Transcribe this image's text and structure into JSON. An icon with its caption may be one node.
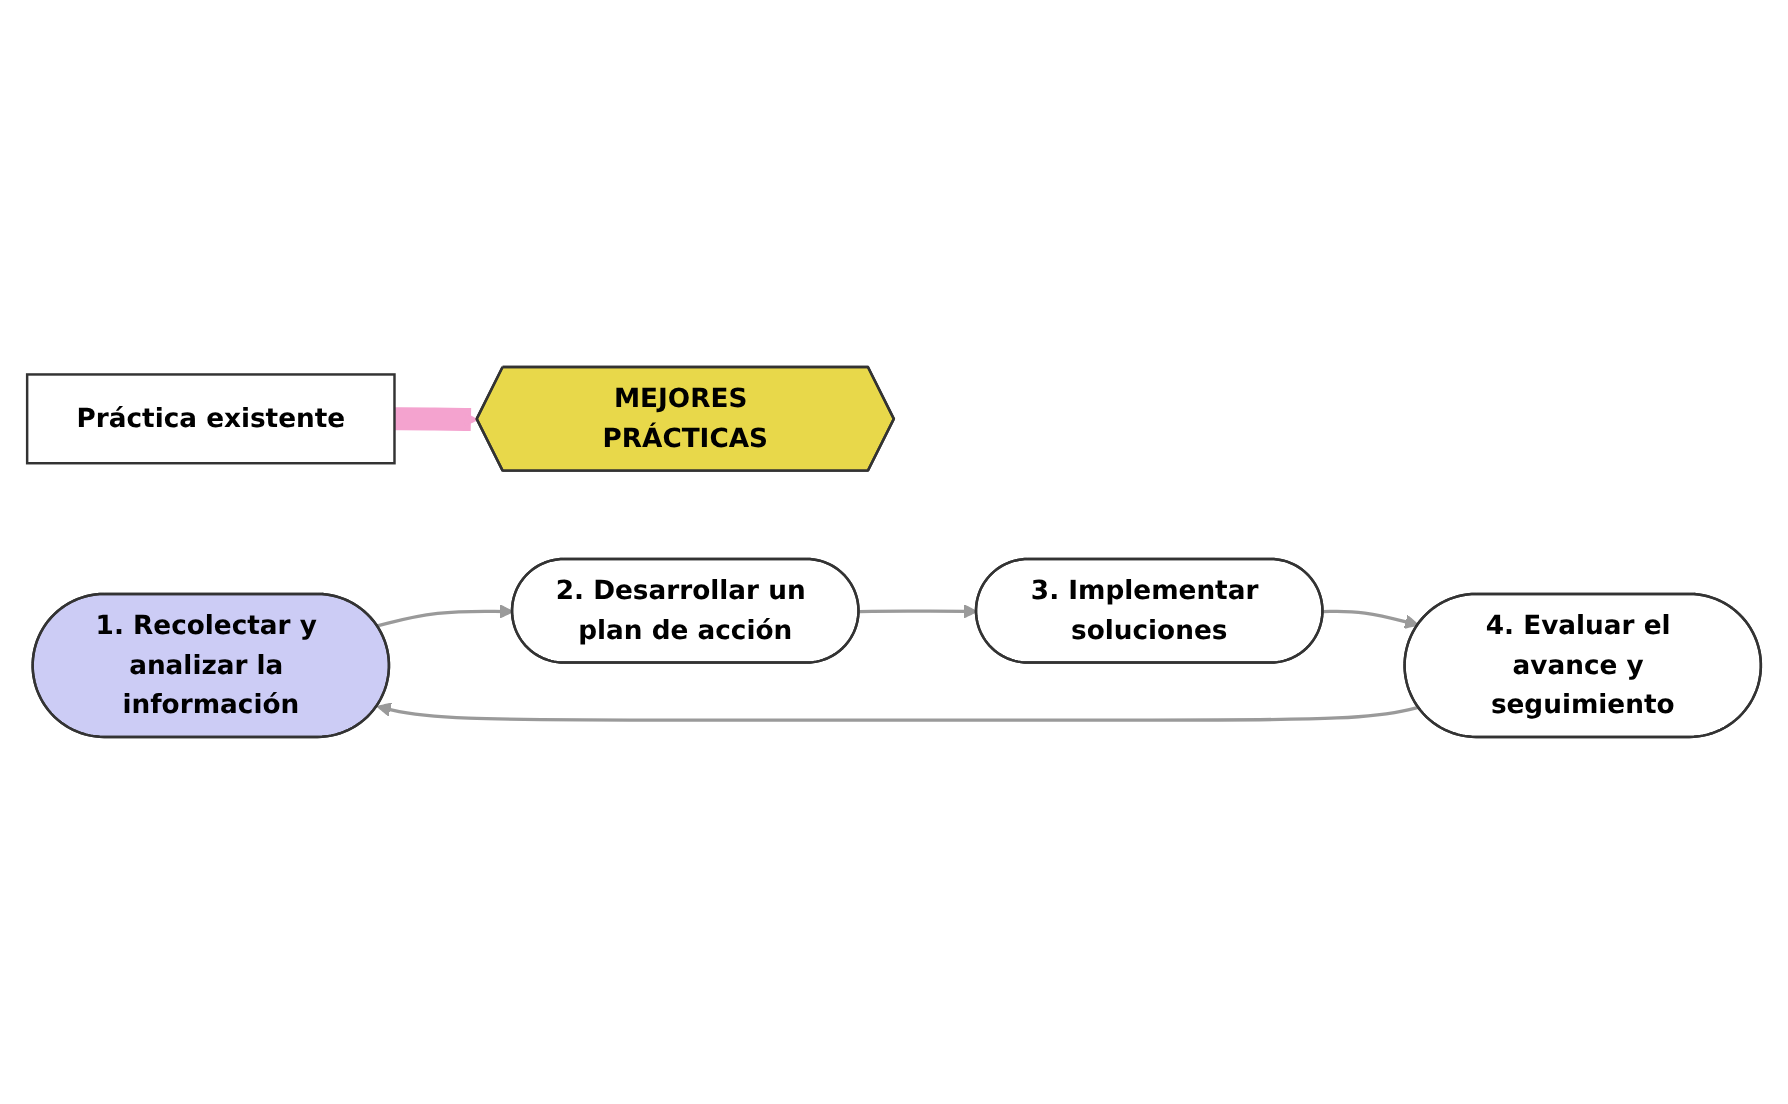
{
  "diagram": {
    "nodes": [
      {
        "text": [
          "Práctica existente"
        ]
      },
      {
        "text": [
          "1. Recolectar y analizar la información"
        ]
      },
      {
        "text": [
          "2. Desarrollar un plan de acción"
        ]
      },
      {
        "text": [
          "3. Implementar soluciones"
        ]
      },
      {
        "text": [
          "4. Evaluar el avance y seguimiento"
        ]
      },
      {
        "text": [
          "MEJORES PRÁCTICAS"
        ]
      }
    ],
    "edges": [
      {
        "from": 0,
        "to": 5,
        "arrow": "to",
        "style": "thick",
        "color": "#f4a3cf"
      },
      {
        "from": 1,
        "to": 2,
        "arrow": "to"
      },
      {
        "from": 2,
        "to": 3,
        "arrow": "to"
      },
      {
        "from": 3,
        "to": 4,
        "arrow": "to"
      },
      {
        "from": 4,
        "to": 1,
        "arrow": "to"
      }
    ]
  }
}
